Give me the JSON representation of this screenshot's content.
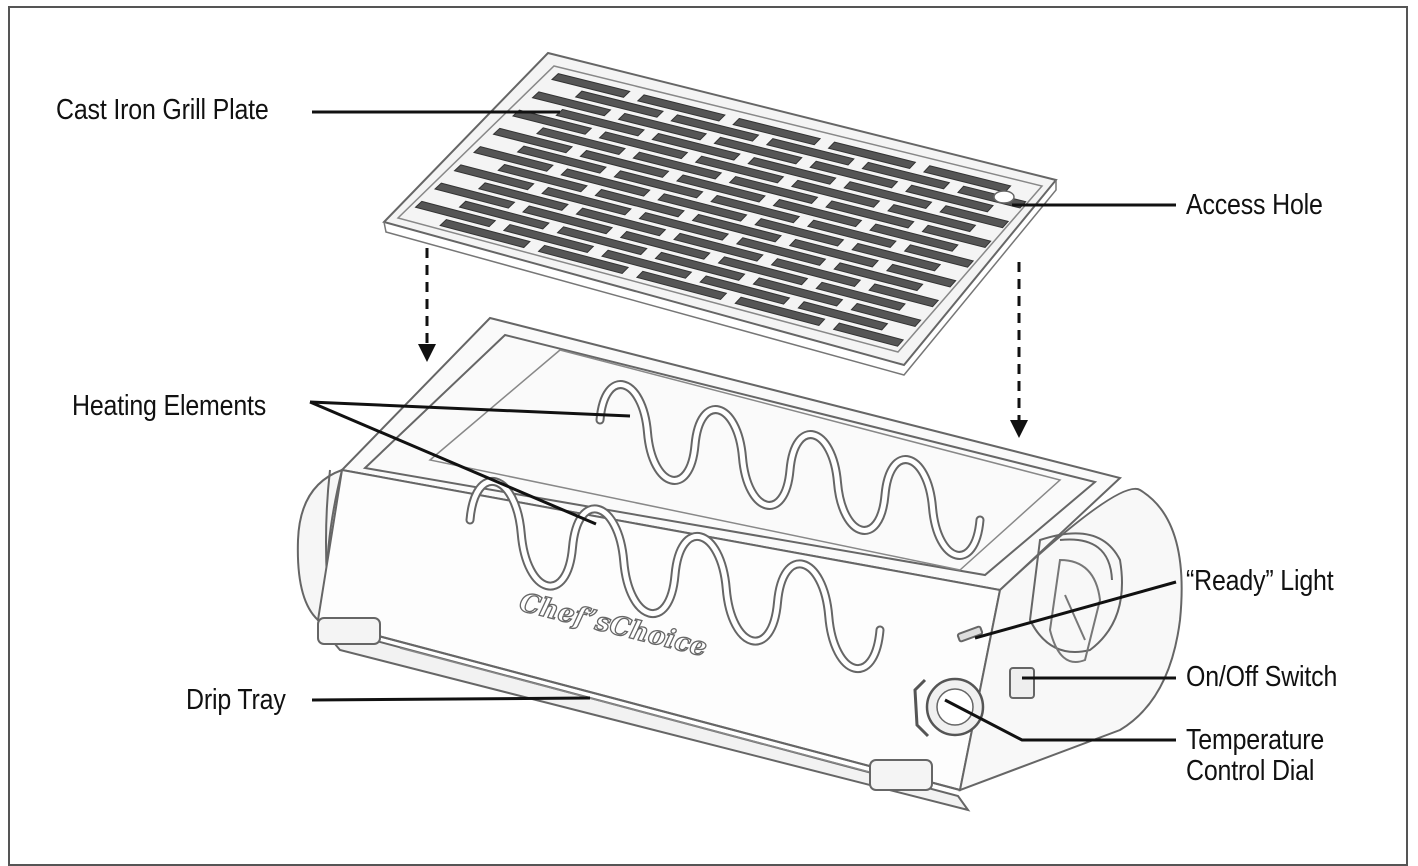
{
  "labels": {
    "grill_plate": "Cast Iron Grill Plate",
    "access_hole": "Access Hole",
    "heating_elements": "Heating Elements",
    "ready_light": "“Ready” Light",
    "on_off_switch": "On/Off Switch",
    "drip_tray": "Drip Tray",
    "temperature_dial_line1": "Temperature",
    "temperature_dial_line2": "Control Dial",
    "brand": "Chef’sChoice"
  },
  "colors": {
    "line": "#111111",
    "outline": "#666666",
    "grate_dark": "#555555",
    "grate_light": "#dddddd",
    "frame": "#555555"
  }
}
